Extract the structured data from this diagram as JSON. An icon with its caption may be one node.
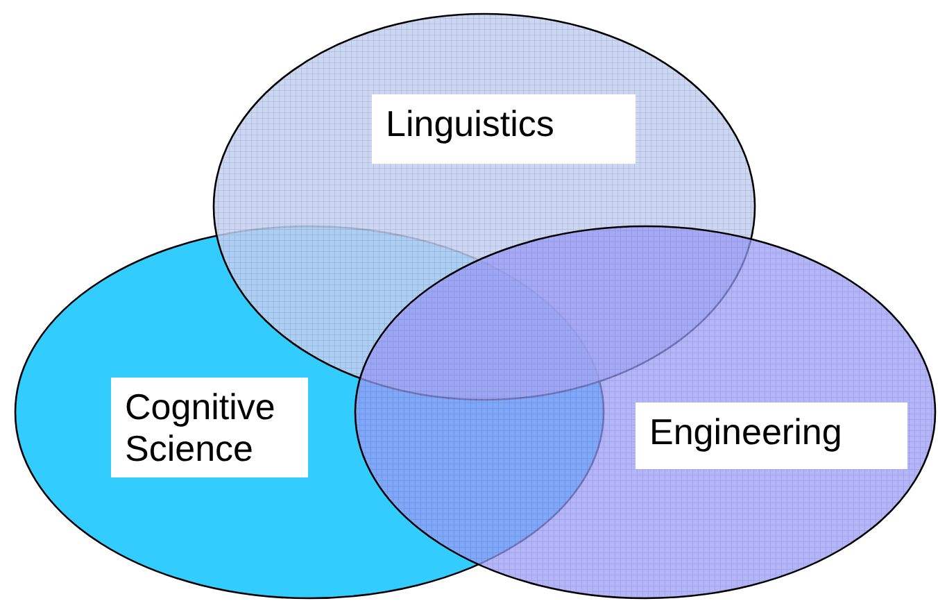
{
  "diagram": {
    "nodes": [
      {
        "text": [
          "Linguistics"
        ]
      },
      {
        "text": [
          "Cognitive Science"
        ]
      },
      {
        "text": [
          "Engineering"
        ]
      }
    ]
  }
}
